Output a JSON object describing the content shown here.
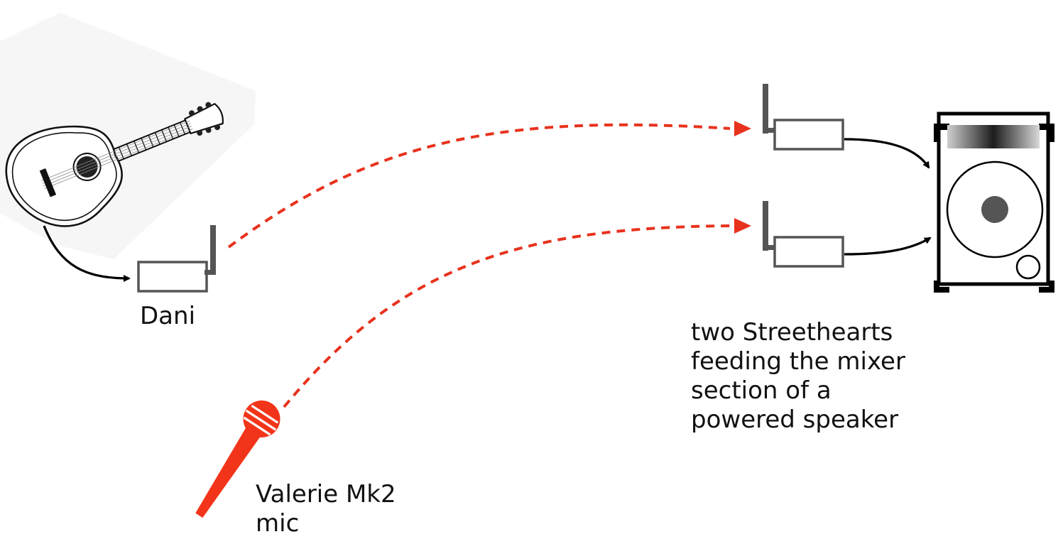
{
  "labels": {
    "dani": "Dani",
    "streethearts": [
      "two Streethearts",
      "feeding the mixer",
      "section of a",
      "powered speaker"
    ],
    "valerie": [
      "Valerie Mk2",
      "mic"
    ]
  },
  "colors": {
    "wireless_link": "#e8321d",
    "cable": "#000000",
    "transmitter_outline": "#555555",
    "mic": "#f2351a",
    "speaker_woofer_dot": "#555555"
  },
  "icons": {
    "guitar": "acoustic-guitar-icon",
    "transmitter": "wireless-transmitter-icon",
    "receiver": "wireless-receiver-icon",
    "mic": "microphone-icon",
    "speaker": "powered-speaker-icon"
  }
}
